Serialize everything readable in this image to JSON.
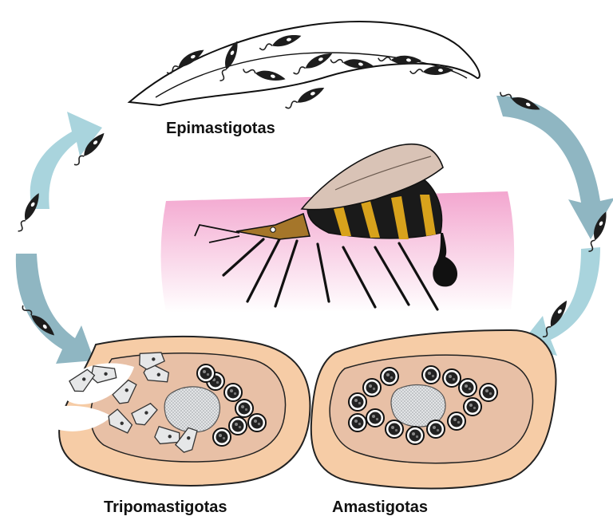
{
  "labels": {
    "epimastigotes": "Epimastigotas",
    "trypomastigotes": "Tripomastigotas",
    "amastigotes": "Amastigotas"
  },
  "colors": {
    "arrow": "#a8d3dc",
    "arrow_dark": "#8fb8c4",
    "cell_fill": "#f6cca6",
    "cell_inner": "#e8c0a6",
    "nucleus": "#d9dde0",
    "skin_pink": "#f3a9cf",
    "bug_body": "#1a1a1a",
    "bug_stripes": "#d8a21c",
    "bug_head": "#a5762a",
    "bug_wing": "#d9c3b6"
  },
  "icons": {
    "parasite": "trypanosome-icon",
    "amastigote": "amastigote-icon",
    "insect": "triatomine-bug-icon"
  }
}
